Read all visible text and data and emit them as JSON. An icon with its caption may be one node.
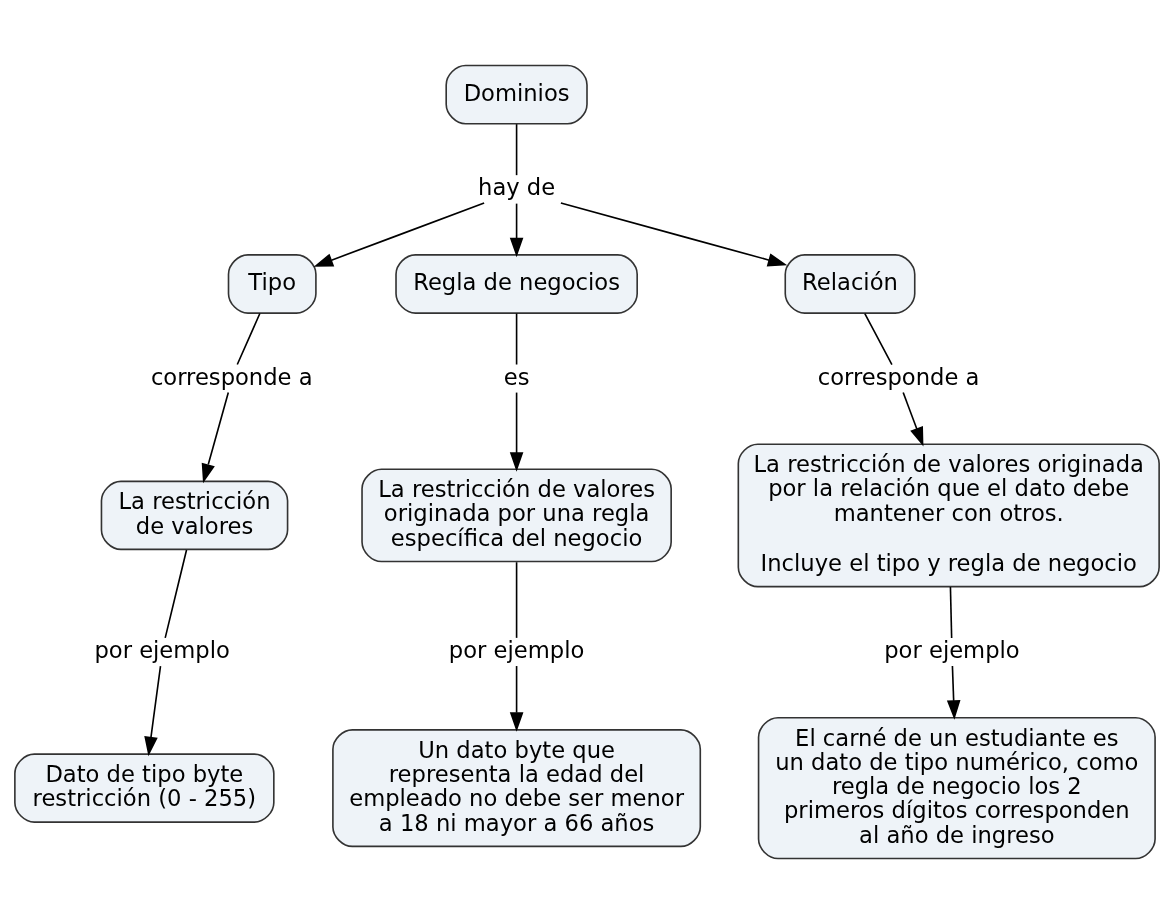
{
  "diagram": {
    "nodes": [
      {
        "text": [
          "Dominios"
        ]
      },
      {
        "text": [
          "hay de"
        ]
      },
      {
        "text": [
          "Tipo"
        ]
      },
      {
        "text": [
          "Regla de negocios"
        ]
      },
      {
        "text": [
          "Relación"
        ]
      },
      {
        "text": [
          "corresponde a"
        ]
      },
      {
        "text": [
          "es"
        ]
      },
      {
        "text": [
          "corresponde a"
        ]
      },
      {
        "text": [
          "La restricción de valores"
        ]
      },
      {
        "text": [
          "La restricción de valores originada por una regla específica del negocio"
        ]
      },
      {
        "text": [
          "La restricción de valores originada por la relación que el dato debe mantener con otros.",
          "Incluye el tipo y regla de negocio"
        ]
      },
      {
        "text": [
          "por ejemplo"
        ]
      },
      {
        "text": [
          "por ejemplo"
        ]
      },
      {
        "text": [
          "por ejemplo"
        ]
      },
      {
        "text": [
          "Dato de tipo byte restricción (0 - 255)"
        ]
      },
      {
        "text": [
          "Un dato byte que representa la edad del empleado no debe ser menor a 18 ni mayor a 66 años"
        ]
      },
      {
        "text": [
          "El carné de un estudiante es un dato de tipo numérico, como regla de negocio los 2 primeros dígitos corresponden al año de ingreso"
        ]
      }
    ],
    "edges": [
      {
        "from": 0,
        "to": 1,
        "arrow": "none"
      },
      {
        "from": 1,
        "to": 2,
        "arrow": "to"
      },
      {
        "from": 1,
        "to": 3,
        "arrow": "to"
      },
      {
        "from": 1,
        "to": 4,
        "arrow": "to"
      },
      {
        "from": 2,
        "to": 5,
        "arrow": "none"
      },
      {
        "from": 5,
        "to": 8,
        "arrow": "to"
      },
      {
        "from": 3,
        "to": 6,
        "arrow": "none"
      },
      {
        "from": 6,
        "to": 9,
        "arrow": "to"
      },
      {
        "from": 4,
        "to": 7,
        "arrow": "none"
      },
      {
        "from": 7,
        "to": 10,
        "arrow": "to"
      },
      {
        "from": 8,
        "to": 11,
        "arrow": "none"
      },
      {
        "from": 11,
        "to": 14,
        "arrow": "to"
      },
      {
        "from": 9,
        "to": 12,
        "arrow": "none"
      },
      {
        "from": 12,
        "to": 15,
        "arrow": "to"
      },
      {
        "from": 10,
        "to": 13,
        "arrow": "none"
      },
      {
        "from": 13,
        "to": 16,
        "arrow": "to"
      }
    ]
  }
}
